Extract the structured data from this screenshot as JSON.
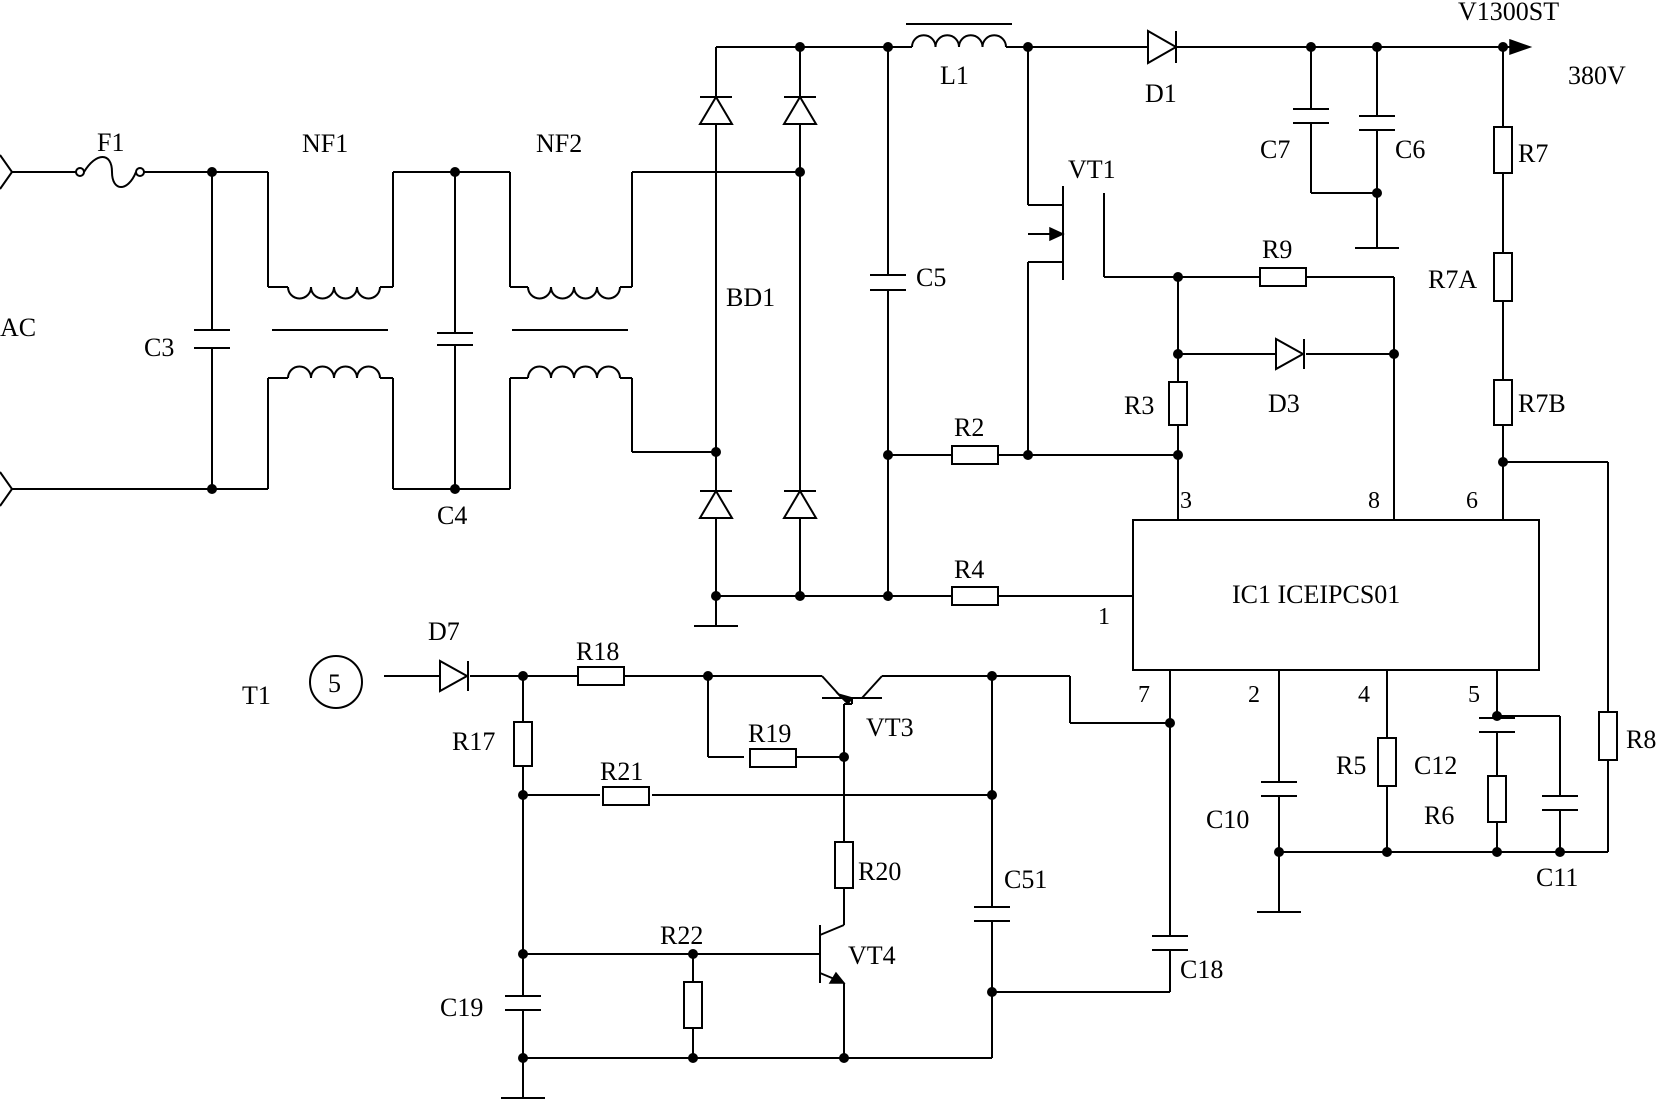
{
  "labels": {
    "ac": "AC",
    "f1": "F1",
    "nf1": "NF1",
    "nf2": "NF2",
    "c3": "C3",
    "c4": "C4",
    "bd1": "BD1",
    "c5": "C5",
    "l1": "L1",
    "d1": "D1",
    "out_part": "V1300ST",
    "out_voltage": "380V",
    "c7": "C7",
    "c6": "C6",
    "vt1": "VT1",
    "r9": "R9",
    "d3": "D3",
    "r3": "R3",
    "r2": "R2",
    "r4": "R4",
    "r7": "R7",
    "r7a": "R7A",
    "r7b": "R7B",
    "r8": "R8",
    "ic1": "IC1 ICEIPCS01",
    "pin1": "1",
    "pin2": "2",
    "pin3": "3",
    "pin4": "4",
    "pin5": "5",
    "pin6": "6",
    "pin7": "7",
    "pin8": "8",
    "c10": "C10",
    "r5": "R5",
    "c12": "C12",
    "r6": "R6",
    "c11": "C11",
    "t1": "T1",
    "t1_pin": "5",
    "d7": "D7",
    "r18": "R18",
    "r17": "R17",
    "r19": "R19",
    "vt3": "VT3",
    "r21": "R21",
    "r20": "R20",
    "c51": "C51",
    "r22": "R22",
    "vt4": "VT4",
    "c19": "C19",
    "c18": "C18"
  }
}
